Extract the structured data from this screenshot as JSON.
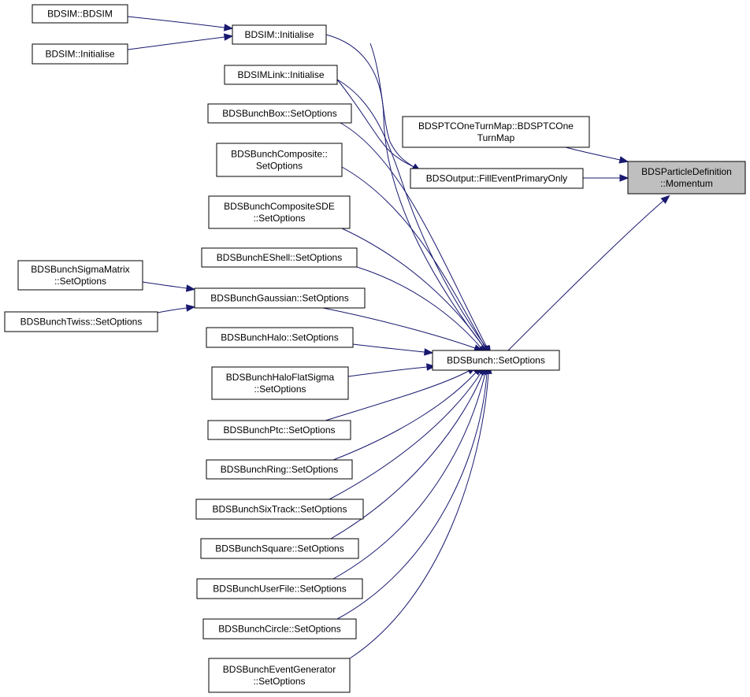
{
  "diagram": {
    "edge_color": "#191970",
    "target_fill": "#bfbfbf",
    "nodes": [
      {
        "id": "bdsim_ctor",
        "lines": [
          "BDSIM::BDSIM"
        ]
      },
      {
        "id": "bdsim_init2",
        "lines": [
          "BDSIM::Initialise"
        ]
      },
      {
        "id": "bdsim_init",
        "lines": [
          "BDSIM::Initialise"
        ]
      },
      {
        "id": "bdsimlink_init",
        "lines": [
          "BDSIMLink::Initialise"
        ]
      },
      {
        "id": "box",
        "lines": [
          "BDSBunchBox::SetOptions"
        ]
      },
      {
        "id": "composite",
        "lines": [
          "BDSBunchComposite::",
          "SetOptions"
        ]
      },
      {
        "id": "compositesde",
        "lines": [
          "BDSBunchCompositeSDE",
          "::SetOptions"
        ]
      },
      {
        "id": "eshell",
        "lines": [
          "BDSBunchEShell::SetOptions"
        ]
      },
      {
        "id": "sigmamatrix",
        "lines": [
          "BDSBunchSigmaMatrix",
          "::SetOptions"
        ]
      },
      {
        "id": "twiss",
        "lines": [
          "BDSBunchTwiss::SetOptions"
        ]
      },
      {
        "id": "gaussian",
        "lines": [
          "BDSBunchGaussian::SetOptions"
        ]
      },
      {
        "id": "halo",
        "lines": [
          "BDSBunchHalo::SetOptions"
        ]
      },
      {
        "id": "haloflat",
        "lines": [
          "BDSBunchHaloFlatSigma",
          "::SetOptions"
        ]
      },
      {
        "id": "ptc",
        "lines": [
          "BDSBunchPtc::SetOptions"
        ]
      },
      {
        "id": "ring",
        "lines": [
          "BDSBunchRing::SetOptions"
        ]
      },
      {
        "id": "sixtrack",
        "lines": [
          "BDSBunchSixTrack::SetOptions"
        ]
      },
      {
        "id": "square",
        "lines": [
          "BDSBunchSquare::SetOptions"
        ]
      },
      {
        "id": "userfile",
        "lines": [
          "BDSBunchUserFile::SetOptions"
        ]
      },
      {
        "id": "circle",
        "lines": [
          "BDSBunchCircle::SetOptions"
        ]
      },
      {
        "id": "eventgen",
        "lines": [
          "BDSBunchEventGenerator",
          "::SetOptions"
        ]
      },
      {
        "id": "bunch",
        "lines": [
          "BDSBunch::SetOptions"
        ]
      },
      {
        "id": "ptcturn",
        "lines": [
          "BDSPTCOneTurnMap::BDSPTCOne",
          "TurnMap"
        ]
      },
      {
        "id": "output",
        "lines": [
          "BDSOutput::FillEventPrimaryOnly"
        ]
      },
      {
        "id": "momentum",
        "lines": [
          "BDSParticleDefinition",
          "::Momentum"
        ],
        "target": true
      }
    ],
    "edges": [
      [
        "bdsim_ctor",
        "bdsim_init"
      ],
      [
        "bdsim_init2",
        "bdsim_init"
      ],
      [
        "bdsim_init",
        "bunch"
      ],
      [
        "bdsimlink_init",
        "bunch"
      ],
      [
        "bdsim_init",
        "output"
      ],
      [
        "bdsimlink_init",
        "output"
      ],
      [
        "box",
        "bunch"
      ],
      [
        "composite",
        "bunch"
      ],
      [
        "compositesde",
        "bunch"
      ],
      [
        "eshell",
        "bunch"
      ],
      [
        "sigmamatrix",
        "gaussian"
      ],
      [
        "twiss",
        "gaussian"
      ],
      [
        "gaussian",
        "bunch"
      ],
      [
        "halo",
        "bunch"
      ],
      [
        "haloflat",
        "bunch"
      ],
      [
        "ptc",
        "bunch"
      ],
      [
        "ring",
        "bunch"
      ],
      [
        "sixtrack",
        "bunch"
      ],
      [
        "square",
        "bunch"
      ],
      [
        "userfile",
        "bunch"
      ],
      [
        "circle",
        "bunch"
      ],
      [
        "eventgen",
        "bunch"
      ],
      [
        "ptcturn",
        "momentum"
      ],
      [
        "output",
        "momentum"
      ],
      [
        "bunch",
        "momentum"
      ]
    ]
  }
}
